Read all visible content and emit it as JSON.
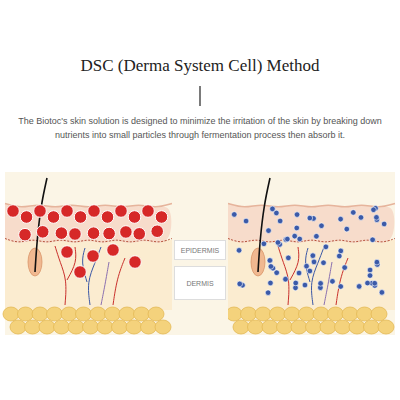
{
  "diagram": {
    "title": "DSC (Derma System Cell) Method",
    "nodes": [
      {
        "text": [
          "EPIDERMIS"
        ]
      },
      {
        "text": [
          "DERMIS"
        ]
      }
    ],
    "labels": [
      "The Biotoc's skin solution is designed to minimize the irritation of the skin by breaking down nutrients into small particles through fermentation process then absorb it."
    ]
  }
}
